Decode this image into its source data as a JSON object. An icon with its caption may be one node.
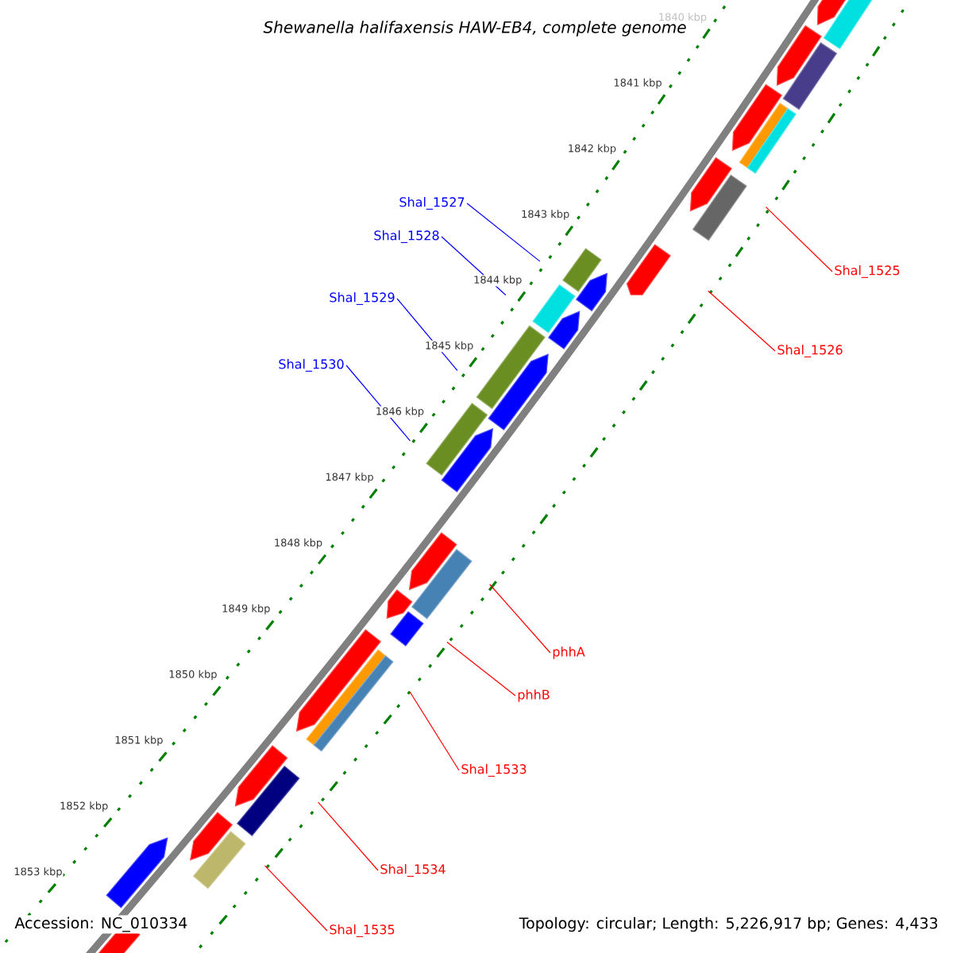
{
  "diagram": {
    "title": "Shewanella halifaxensis HAW-EB4, complete genome",
    "nodes": [
      {
        "text": [
          "Shal_1527"
        ]
      },
      {
        "text": [
          "Shal_1528"
        ]
      },
      {
        "text": [
          "Shal_1525"
        ]
      },
      {
        "text": [
          "Shal_1529"
        ]
      },
      {
        "text": [
          "Shal_1526"
        ]
      },
      {
        "text": [
          "Shal_1530"
        ]
      },
      {
        "text": [
          "phhA"
        ]
      },
      {
        "text": [
          "phhB"
        ]
      },
      {
        "text": [
          "Shal_1533"
        ]
      },
      {
        "text": [
          "Shal_1534"
        ]
      },
      {
        "text": [
          "Shal_1535"
        ]
      },
      {
        "text": [],
        "shape": "box"
      },
      {
        "text": [],
        "shape": "arrow"
      },
      {
        "text": [],
        "shape": "box"
      },
      {
        "text": [],
        "shape": "box"
      },
      {
        "text": [],
        "shape": "box"
      },
      {
        "text": [],
        "shape": "box"
      },
      {
        "text": [],
        "shape": "box"
      },
      {
        "text": [],
        "shape": "box"
      },
      {
        "text": [],
        "shape": "box"
      },
      {
        "text": [],
        "shape": "box"
      },
      {
        "text": [],
        "shape": "box"
      }
    ],
    "edges": [
      {
        "from": 0,
        "to": 13,
        "arrow": "none",
        "color": "#0000ff"
      },
      {
        "from": 1,
        "to": 14,
        "arrow": "none",
        "color": "#0000ff"
      },
      {
        "from": 2,
        "to": 11,
        "arrow": "none"
      },
      {
        "from": 3,
        "to": 15,
        "arrow": "none",
        "color": "#0000ff"
      },
      {
        "from": 4,
        "to": 12,
        "arrow": "none"
      },
      {
        "from": 5,
        "to": 16,
        "arrow": "none",
        "color": "#0000ff"
      },
      {
        "from": 6,
        "to": 17,
        "arrow": "none"
      },
      {
        "from": 7,
        "to": 18,
        "arrow": "none"
      },
      {
        "from": 8,
        "to": 19,
        "arrow": "none"
      },
      {
        "from": 9,
        "to": 20,
        "arrow": "none"
      },
      {
        "from": 10,
        "to": 21,
        "arrow": "none"
      }
    ],
    "labels": [
      "1840 kbp",
      "1841 kbp",
      "1842 kbp",
      "1843 kbp",
      "1844 kbp",
      "1845 kbp",
      "1846 kbp",
      "1847 kbp",
      "1848 kbp",
      "1849 kbp",
      "1850 kbp",
      "1851 kbp",
      "1852 kbp",
      "1853 kbp",
      "Accession: NC_010334",
      "Topology: circular; Length: 5,226,917 bp; Genes: 4,433"
    ]
  }
}
